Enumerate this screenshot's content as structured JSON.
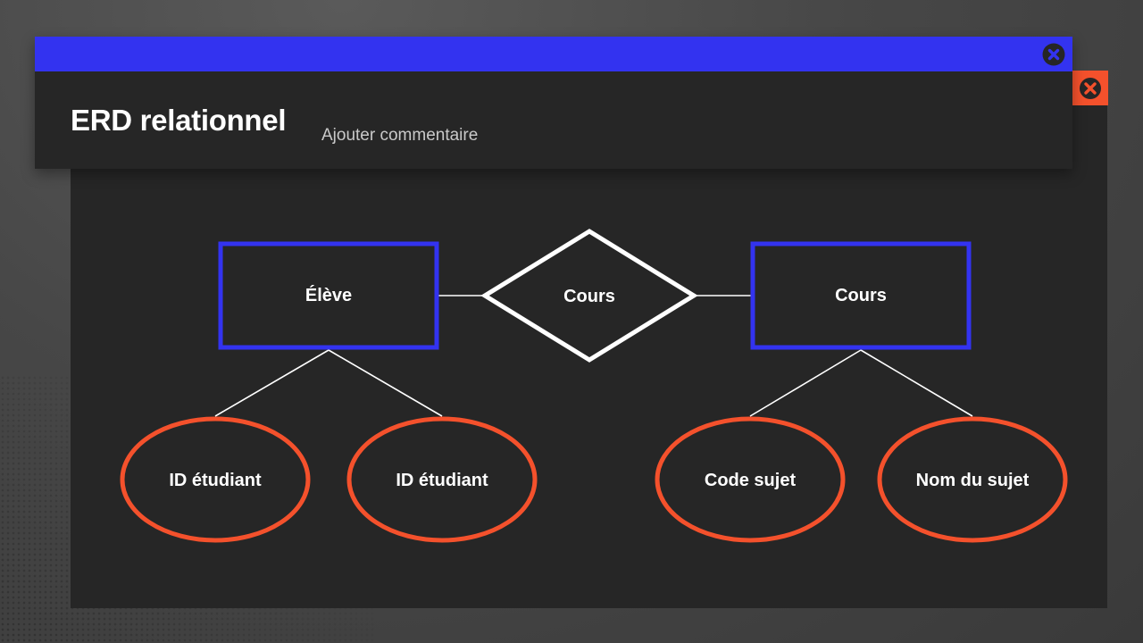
{
  "window": {
    "title": "ERD relationnel",
    "comment_placeholder": "Ajouter commentaire",
    "close_icon": "close-x-circle-icon",
    "accent_color": "#3333f0",
    "close_button_color": "#f4512c"
  },
  "diagram": {
    "entities": [
      {
        "label": "Élève"
      },
      {
        "label": "Cours"
      }
    ],
    "relationship": {
      "label": "Cours"
    },
    "attributes": [
      {
        "label": "ID étudiant",
        "entity": "Élève"
      },
      {
        "label": "ID étudiant",
        "entity": "Élève"
      },
      {
        "label": "Code sujet",
        "entity": "Cours"
      },
      {
        "label": "Nom du sujet",
        "entity": "Cours"
      }
    ],
    "colors": {
      "entity_border": "#3333f0",
      "relationship_border": "#ffffff",
      "attribute_border": "#f4512c",
      "connector": "#ffffff"
    }
  }
}
